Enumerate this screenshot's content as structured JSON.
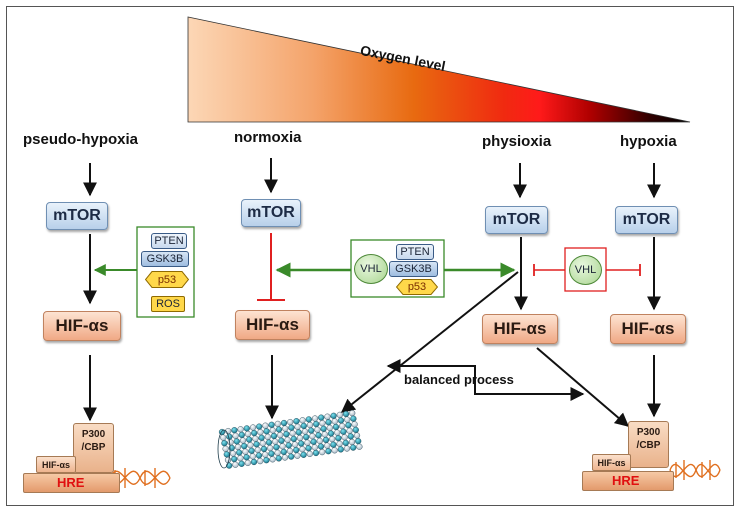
{
  "oxygen_label": "Oxygen level",
  "states": {
    "pseudo": "pseudo-hypoxia",
    "normoxia": "normoxia",
    "physioxia": "physioxia",
    "hypoxia": "hypoxia"
  },
  "mtor_label": "mTOR",
  "hif_label": "HIF-αs",
  "regulators": {
    "pten": "PTEN",
    "gsk3b": "GSK3B",
    "p53": "p53",
    "ros": "ROS",
    "vhl": "VHL"
  },
  "balanced_process": "balanced process",
  "complex": {
    "p300_line1": "P300",
    "p300_line2": "/CBP",
    "hif_small": "HIF-αs",
    "hre": "HRE"
  },
  "colors": {
    "inhibit": "#e02020",
    "activate": "#3a8a2a",
    "arrow": "#111111",
    "gradient_start": "#fbd3b0",
    "gradient_mid": "#e8650c",
    "gradient_red": "#ff1a1a",
    "gradient_end": "#000000"
  }
}
